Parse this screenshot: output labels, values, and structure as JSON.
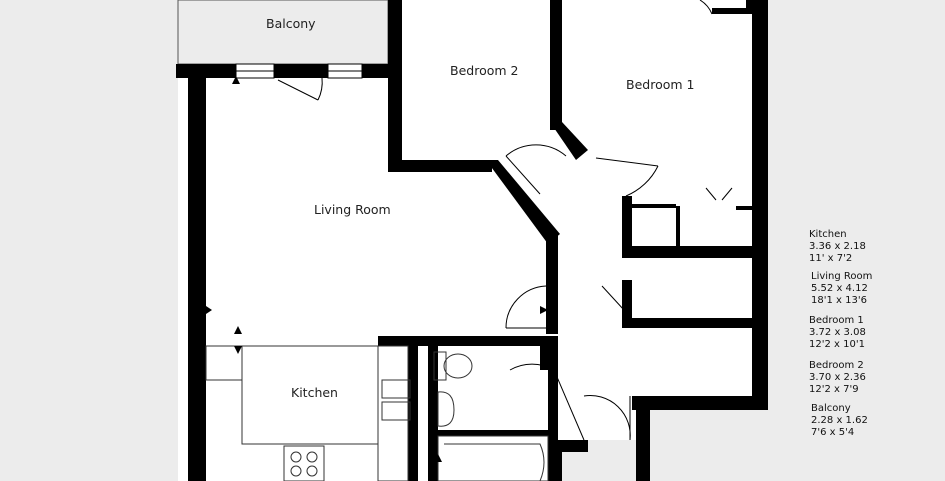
{
  "rooms": {
    "balcony": "Balcony",
    "bedroom2": "Bedroom 2",
    "bedroom1": "Bedroom 1",
    "living": "Living Room",
    "kitchen": "Kitchen"
  },
  "dimensions": [
    {
      "name": "Kitchen",
      "metric": "3.36 x 2.18",
      "imperial": "11' x 7'2"
    },
    {
      "name": "Living Room",
      "metric": "5.52 x 4.12",
      "imperial": "18'1 x 13'6"
    },
    {
      "name": "Bedroom 1",
      "metric": "3.72 x 3.08",
      "imperial": "12'2 x 10'1"
    },
    {
      "name": "Bedroom 2",
      "metric": "3.70 x 2.36",
      "imperial": "12'2 x 7'9"
    },
    {
      "name": "Balcony",
      "metric": "2.28 x 1.62",
      "imperial": "7'6 x 5'4"
    }
  ],
  "colors": {
    "background": "#ececec",
    "floor": "#ffffff",
    "wall": "#000000",
    "balcony": "#ececec"
  }
}
